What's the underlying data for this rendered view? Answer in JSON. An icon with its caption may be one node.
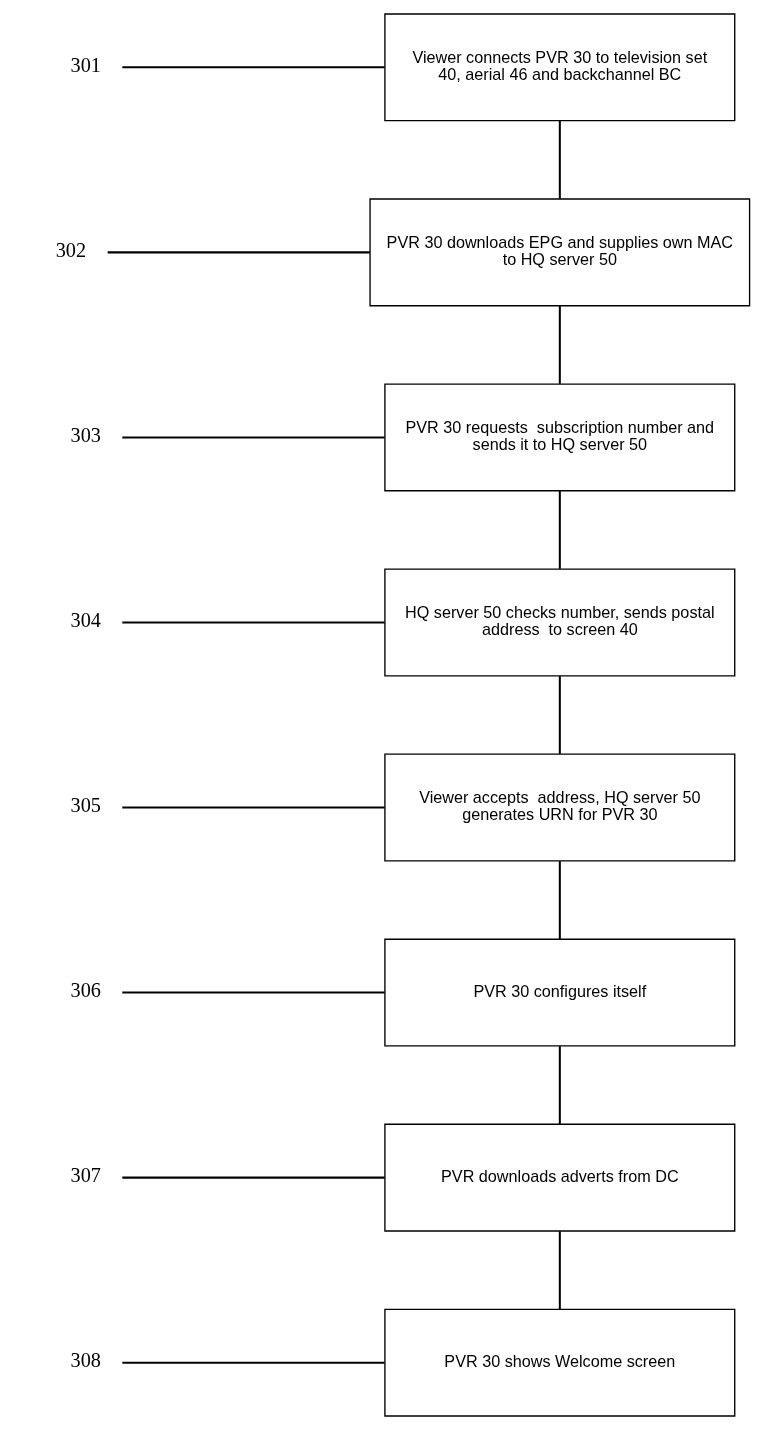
{
  "diagram": {
    "nodes": [
      {
        "text": [
          "Viewer connects PVR 30 to television set 40, aerial 46 and backchannel BC"
        ]
      },
      {
        "text": [
          "PVR 30 downloads EPG and supplies own MAC to HQ server 50"
        ]
      },
      {
        "text": [
          "PVR 30 requests  subscription number and sends it to HQ server 50"
        ]
      },
      {
        "text": [
          "HQ server 50 checks number, sends postal address  to screen 40"
        ]
      },
      {
        "text": [
          "Viewer accepts  address, HQ server 50 generates URN for PVR 30"
        ]
      },
      {
        "text": [
          "PVR 30 configures itself"
        ]
      },
      {
        "text": [
          "PVR downloads adverts from DC"
        ]
      },
      {
        "text": [
          "PVR 30 shows Welcome screen"
        ]
      },
      {
        "text": [
          "301"
        ]
      },
      {
        "text": [
          "302"
        ]
      },
      {
        "text": [
          "303"
        ]
      },
      {
        "text": [
          "304"
        ]
      },
      {
        "text": [
          "305"
        ]
      },
      {
        "text": [
          "306"
        ]
      },
      {
        "text": [
          "307"
        ]
      },
      {
        "text": [
          "308"
        ]
      }
    ],
    "edges": [
      {
        "from": 0,
        "to": 1,
        "arrow": "none"
      },
      {
        "from": 1,
        "to": 2,
        "arrow": "none"
      },
      {
        "from": 2,
        "to": 3,
        "arrow": "none"
      },
      {
        "from": 3,
        "to": 4,
        "arrow": "none"
      },
      {
        "from": 4,
        "to": 5,
        "arrow": "none"
      },
      {
        "from": 5,
        "to": 6,
        "arrow": "none"
      },
      {
        "from": 6,
        "to": 7,
        "arrow": "none"
      },
      {
        "from": 8,
        "to": 0,
        "arrow": "none"
      },
      {
        "from": 9,
        "to": 1,
        "arrow": "none"
      },
      {
        "from": 10,
        "to": 2,
        "arrow": "none"
      },
      {
        "from": 11,
        "to": 3,
        "arrow": "none"
      },
      {
        "from": 12,
        "to": 4,
        "arrow": "none"
      },
      {
        "from": 13,
        "to": 5,
        "arrow": "none"
      },
      {
        "from": 14,
        "to": 6,
        "arrow": "none"
      },
      {
        "from": 15,
        "to": 7,
        "arrow": "none"
      }
    ]
  }
}
